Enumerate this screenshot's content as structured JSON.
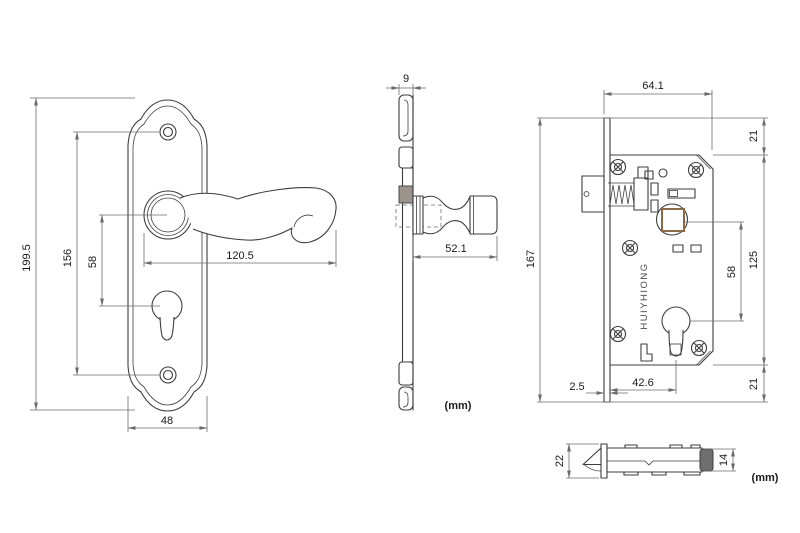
{
  "handle_front": {
    "overall_height": "199.5",
    "screw_spacing": "156",
    "handle_to_cylinder": "58",
    "lever_length": "120.5",
    "plate_width": "48"
  },
  "handle_side": {
    "plate_thickness": "9",
    "handle_depth": "52.1",
    "units_label": "(mm)"
  },
  "lock_body": {
    "case_width": "64.1",
    "faceplate_height": "167",
    "top_offset": "21",
    "hub_to_cylinder": "58",
    "case_height": "125",
    "faceplate_thickness": "2.5",
    "backset": "42.6",
    "bottom_offset": "21",
    "brand_stamp": "HUIYHIONG"
  },
  "latch_bolt": {
    "flange_height": "22",
    "body_height": "14",
    "units_label": "(mm)"
  },
  "colors": {
    "line": "#3d3d3d",
    "dimension": "#6b6b6b",
    "text": "#1a1a1a",
    "spindle_square": "#8a6a46",
    "shading": "#9a948c"
  }
}
